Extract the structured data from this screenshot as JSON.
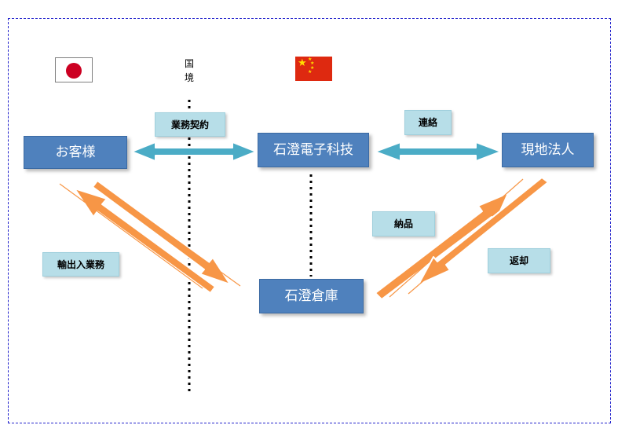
{
  "flags": {
    "japan": {
      "icon": "japan-flag-icon",
      "bg": "#ffffff",
      "disc": "#cc0022"
    },
    "china": {
      "icon": "china-flag-icon",
      "bg": "#de2910",
      "stars": "#ffde00"
    }
  },
  "border": {
    "label_top": "国",
    "label_bottom": "境"
  },
  "nodes": {
    "customer": "お客様",
    "company": "石澄電子科技",
    "local_entity": "現地法人",
    "warehouse": "石澄倉庫"
  },
  "tags": {
    "contract": "業務契約",
    "liaison": "連絡",
    "import_export": "輸出入業務",
    "delivery": "納品",
    "return": "返却"
  },
  "colors": {
    "node_fill": "#4f81bd",
    "tag_fill": "#b7dee8",
    "teal_arrow": "#4bacc6",
    "orange_arrow": "#f79646",
    "frame_border": "#2222cc"
  }
}
